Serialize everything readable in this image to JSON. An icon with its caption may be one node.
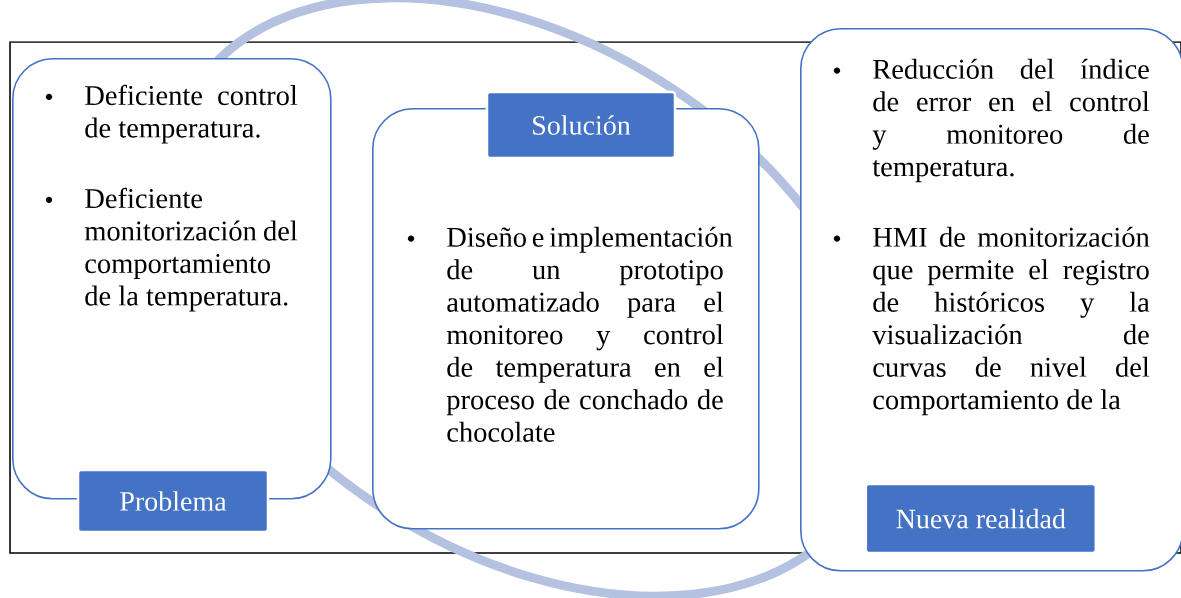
{
  "diagram": {
    "nodes": [
      {
        "text": [
          "Deficiente control de temperatura.",
          "Deficiente monitorización del comportamiento de la temperatura."
        ]
      },
      {
        "text": [
          "Problema"
        ]
      },
      {
        "text": [
          "Diseño e implementación de un prototipo automatizado para el monitoreo y control de temperatura en el proceso de conchado de chocolate"
        ]
      },
      {
        "text": [
          "Solución"
        ]
      },
      {
        "text": [
          "Reducción del índice de error en el control y monitoreo de temperatura.",
          "HMI de monitorización que permite el registro de históricos y la visualización de curvas de nivel del comportamiento de la"
        ]
      },
      {
        "text": [
          "Nueva realidad"
        ],
        "in": 4
      }
    ]
  }
}
